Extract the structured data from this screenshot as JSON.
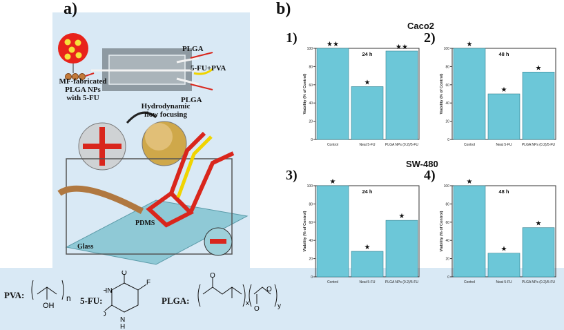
{
  "panel_a": {
    "label": "a)",
    "plga_top": "PLGA",
    "plga_bottom": "PLGA",
    "fu_pva": "5-FU+PVA",
    "np_caption": [
      "MF-fabricated",
      "PLGA NPs",
      "with 5-FU"
    ],
    "focus_caption": [
      "Hydrodynamic",
      "flow focusing"
    ],
    "pdms": "PDMS",
    "glass": "Glass",
    "chem_pva": "PVA:",
    "chem_fu": "5-FU:",
    "chem_plga": "PLGA:"
  },
  "panel_b": {
    "label": "b)",
    "group1": "Caco2",
    "group2": "SW-480",
    "ylabel": "Viability (% of Control)"
  },
  "colors": {
    "bar": "#6cc7d8",
    "bar_edge": "#2f7f8f",
    "panel_bg": "#d9e9f5",
    "channel": "#d9261c"
  },
  "chart_data": [
    {
      "type": "bar",
      "panel": "1)",
      "title": "24 h",
      "categories": [
        "Control",
        "Neat 5-FU",
        "PLGA NPs (0.2)/5-FU"
      ],
      "values": [
        100,
        58,
        97
      ],
      "stars": [
        "★★",
        "★",
        "★★"
      ],
      "ylim": [
        0,
        100
      ],
      "yticks": [
        0,
        20,
        40,
        60,
        80,
        100
      ],
      "ylabel": "Viability (% of Control)"
    },
    {
      "type": "bar",
      "panel": "2)",
      "title": "48 h",
      "categories": [
        "Control",
        "Neat 5-FU",
        "PLGA NPs (0.2)/5-FU"
      ],
      "values": [
        100,
        50,
        74
      ],
      "stars": [
        "★",
        "★",
        "★"
      ],
      "ylim": [
        0,
        100
      ],
      "yticks": [
        0,
        20,
        40,
        60,
        80,
        100
      ],
      "ylabel": "Viability (% of Control)"
    },
    {
      "type": "bar",
      "panel": "3)",
      "title": "24 h",
      "categories": [
        "Control",
        "Neat 5-FU",
        "PLGA NPs (0.2)/5-FU"
      ],
      "values": [
        100,
        28,
        62
      ],
      "stars": [
        "★",
        "★",
        "★"
      ],
      "ylim": [
        0,
        100
      ],
      "yticks": [
        0,
        20,
        40,
        60,
        80,
        100
      ],
      "ylabel": "Viability (% of Control)"
    },
    {
      "type": "bar",
      "panel": "4)",
      "title": "48 h",
      "categories": [
        "Control",
        "Neat 5-FU",
        "PLGA NPs (0.2)/5-FU"
      ],
      "values": [
        100,
        26,
        54
      ],
      "stars": [
        "★",
        "★",
        "★"
      ],
      "ylim": [
        0,
        100
      ],
      "yticks": [
        0,
        20,
        40,
        60,
        80,
        100
      ],
      "ylabel": "Viability (% of Control)"
    }
  ]
}
